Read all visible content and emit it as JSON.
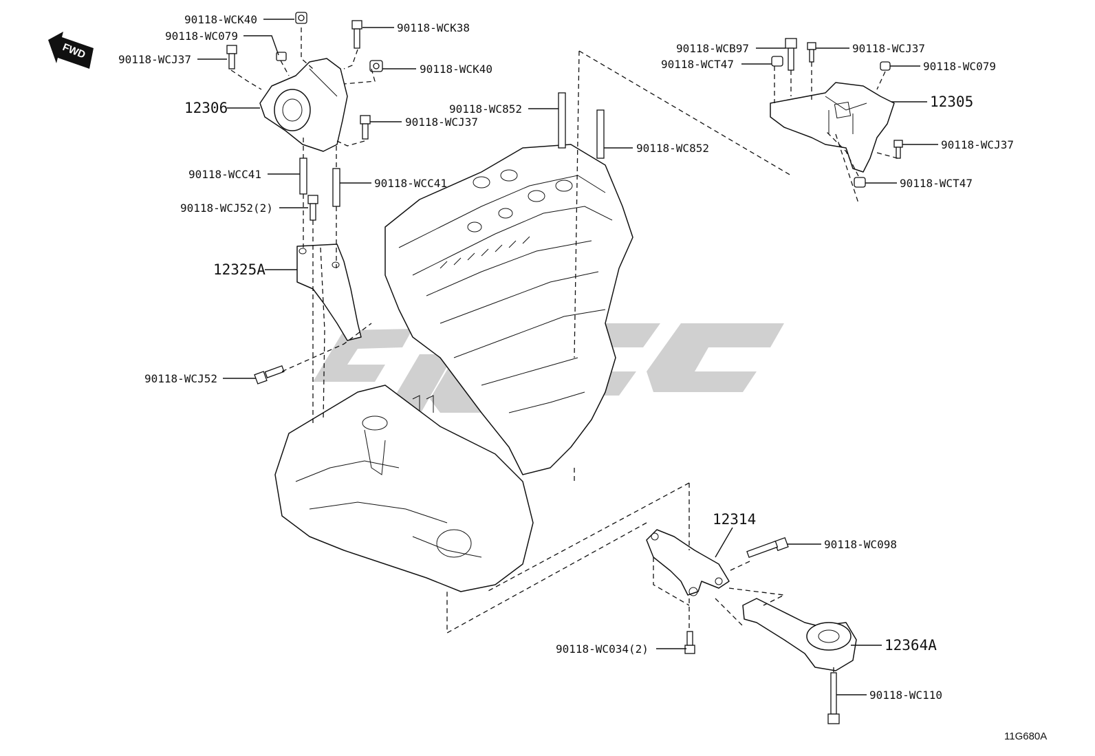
{
  "diagram": {
    "fwd_label": "FWD",
    "ref_code": "11G680A",
    "watermark_color": "#c8c8c8",
    "line_color": "#111111"
  },
  "callouts": {
    "c1": "90118-WCK40",
    "c2": "90118-WC079",
    "c3": "90118-WCJ37",
    "c4": "90118-WCK38",
    "c5": "90118-WCK40",
    "c6": "12306",
    "c7": "90118-WCJ37",
    "c8": "90118-WC852",
    "c9": "90118-WC852",
    "c10": "90118-WCC41",
    "c11": "90118-WCC41",
    "c12": "90118-WCJ52(2)",
    "c13": "12325A",
    "c14": "90118-WCJ52",
    "c15": "90118-WCB97",
    "c16": "90118-WCJ37",
    "c17": "90118-WCT47",
    "c18": "90118-WC079",
    "c19": "12305",
    "c20": "90118-WCJ37",
    "c21": "90118-WCT47",
    "c22": "12314",
    "c23": "90118-WC098",
    "c24": "12364A",
    "c25": "90118-WC034(2)",
    "c26": "90118-WC110"
  }
}
